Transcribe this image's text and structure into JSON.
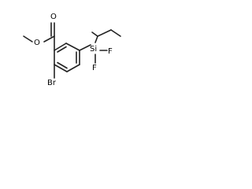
{
  "molecule": {
    "atoms": {
      "o_carbonyl": "O",
      "o_ester": "O",
      "silicon": "Si",
      "fluorine_1": "F",
      "fluorine_2": "F",
      "bromine": "Br"
    }
  }
}
